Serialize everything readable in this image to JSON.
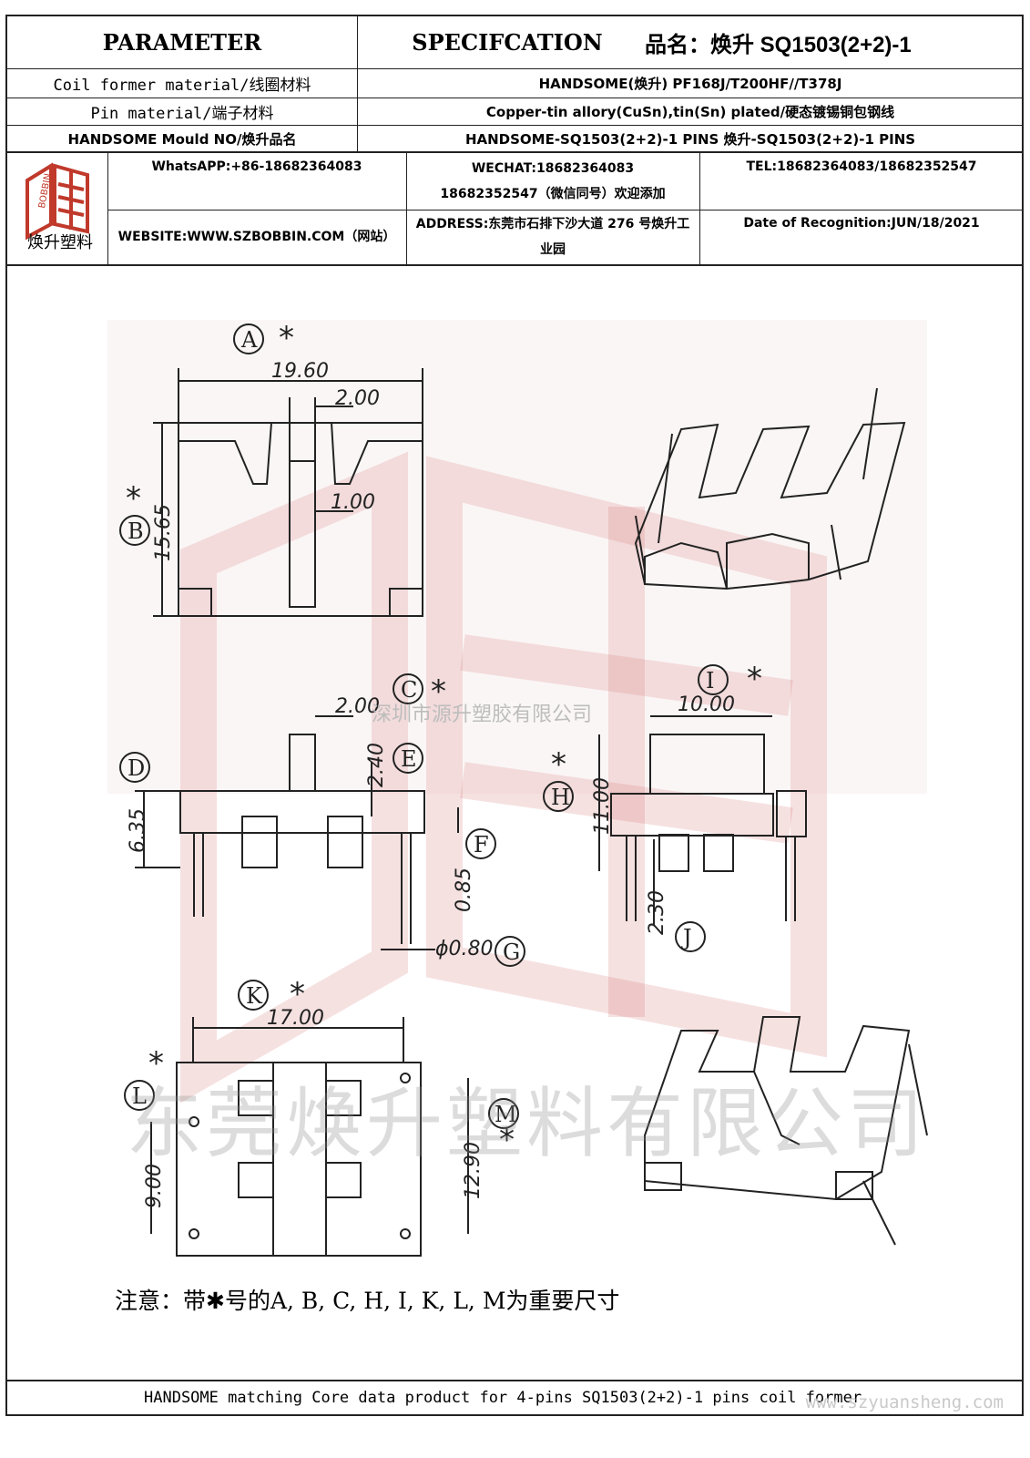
{
  "header": {
    "parameter": "PARAMETER",
    "specification": "SPECIFCATION",
    "product_name": "品名：焕升 SQ1503(2+2)-1"
  },
  "rows": {
    "coil_label": "Coil former material/线圈材料",
    "coil_value": "HANDSOME(焕升)   PF168J/T200HF//T378J",
    "pin_label": "Pin material/端子材料",
    "pin_value": "Copper-tin allory(CuSn),tin(Sn) plated/硬态镀锡铜包钢线",
    "mould_label": "HANDSOME Mould NO/焕升品名",
    "mould_value": "HANDSOME-SQ1503(2+2)-1 PINS    焕升-SQ1503(2+2)-1 PINS"
  },
  "contact": {
    "logo_text": "焕升塑料",
    "whatsapp": "WhatsAPP:+86-18682364083",
    "wechat_line1": "WECHAT:18682364083",
    "wechat_line2": "18682352547（微信同号）欢迎添加",
    "tel": "TEL:18682364083/18682352547",
    "website": "WEBSITE:WWW.SZBOBBIN.COM（网站）",
    "address": "ADDRESS:东莞市石排下沙大道 276 号焕升工业园",
    "date": "Date of Recognition:JUN/18/2021"
  },
  "drawing": {
    "labels": [
      "A",
      "B",
      "C",
      "D",
      "E",
      "F",
      "G",
      "H",
      "I",
      "J",
      "K",
      "L",
      "M"
    ],
    "star": "*",
    "dims": {
      "A": "19.60",
      "A_slot": "2.00",
      "B": "15.65",
      "B_slot": "1.00",
      "C": "2.00",
      "E": "2.40",
      "D": "6.35",
      "F": "0.85",
      "G": "ϕ0.80",
      "I": "10.00",
      "H": "11.00",
      "J": "2.30",
      "K": "17.00",
      "L": "9.00",
      "M": "12.90"
    },
    "watermark_small": "深圳市源升塑胶有限公司",
    "watermark_big": "东莞焕升塑料有限公司"
  },
  "note": "注意：带✱号的A, B, C, H, I, K, L, M为重要尺寸",
  "footer": {
    "text": "HANDSOME matching Core data  product for 4-pins SQ1503(2+2)-1 pins coil former",
    "url": "www.szyuansheng.com"
  }
}
